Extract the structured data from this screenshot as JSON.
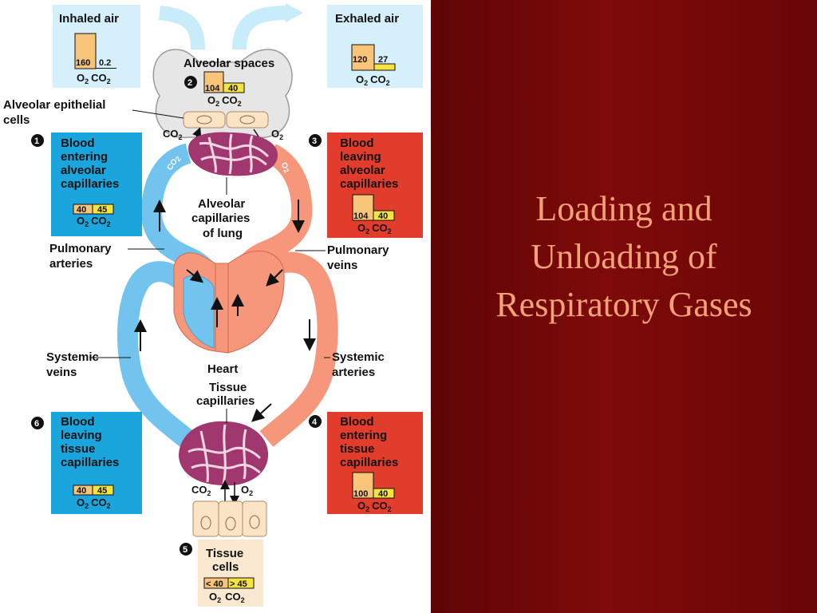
{
  "slide": {
    "title_lines": [
      "Loading and",
      "Unloading of",
      "Respiratory Gases"
    ],
    "colors": {
      "background": "#7e0a0a",
      "title": "#f3a179",
      "deoxygenated_blood": "#72c3ee",
      "oxygenated_blood": "#f6967a",
      "capillary": "#a0386f",
      "blue_box": "#1aa6dd",
      "red_box": "#e23c2d",
      "light_box": "#d6f0fb",
      "tissue_box": "#fbe8d0",
      "po2_bar": "#f8c47a",
      "pco2_bar": "#f5e342"
    }
  },
  "diagram": {
    "gas_labels": {
      "o2": "O",
      "co2": "CO",
      "sub2": "2"
    },
    "inhaled": {
      "label": "Inhaled air",
      "po2": "160",
      "pco2": "0.2"
    },
    "exhaled": {
      "label": "Exhaled air",
      "po2": "120",
      "pco2": "27"
    },
    "alveolar_spaces": {
      "label": "Alveolar spaces",
      "step": "2",
      "po2": "104",
      "pco2": "40"
    },
    "alveolar_epithelial": {
      "line1": "Alveolar epithelial",
      "line2": "cells"
    },
    "blood_entering_alveolar": {
      "step": "1",
      "lines": [
        "Blood",
        "entering",
        "alveolar",
        "capillaries"
      ],
      "po2": "40",
      "pco2": "45"
    },
    "blood_leaving_alveolar": {
      "step": "3",
      "lines": [
        "Blood",
        "leaving",
        "alveolar",
        "capillaries"
      ],
      "po2": "104",
      "pco2": "40"
    },
    "alveolar_capillaries": {
      "lines": [
        "Alveolar",
        "capillaries",
        "of lung"
      ]
    },
    "pulmonary_arteries": {
      "lines": [
        "Pulmonary",
        "arteries"
      ]
    },
    "pulmonary_veins": {
      "lines": [
        "Pulmonary",
        "veins"
      ]
    },
    "systemic_veins": {
      "lines": [
        "Systemic",
        "veins"
      ]
    },
    "systemic_arteries": {
      "lines": [
        "Systemic",
        "arteries"
      ]
    },
    "heart": {
      "label": "Heart"
    },
    "tissue_capillaries": {
      "lines": [
        "Tissue",
        "capillaries"
      ]
    },
    "blood_leaving_tissue": {
      "step": "6",
      "lines": [
        "Blood",
        "leaving",
        "tissue",
        "capillaries"
      ],
      "po2": "40",
      "pco2": "45"
    },
    "blood_entering_tissue": {
      "step": "4",
      "lines": [
        "Blood",
        "entering",
        "tissue",
        "capillaries"
      ],
      "po2": "100",
      "pco2": "40"
    },
    "tissue_cells": {
      "step": "5",
      "lines": [
        "Tissue",
        "cells"
      ],
      "po2": "< 40",
      "pco2": "> 45"
    },
    "partial_pressures_mmHg": {
      "inhaled_air": {
        "o2": 160,
        "co2": 0.2
      },
      "exhaled_air": {
        "o2": 120,
        "co2": 27
      },
      "alveolar_spaces": {
        "o2": 104,
        "co2": 40
      },
      "blood_entering_alveolar_capillaries": {
        "o2": 40,
        "co2": 45
      },
      "blood_leaving_alveolar_capillaries": {
        "o2": 104,
        "co2": 40
      },
      "blood_entering_tissue_capillaries": {
        "o2": 100,
        "co2": 40
      },
      "blood_leaving_tissue_capillaries": {
        "o2": 40,
        "co2": 45
      }
    }
  }
}
